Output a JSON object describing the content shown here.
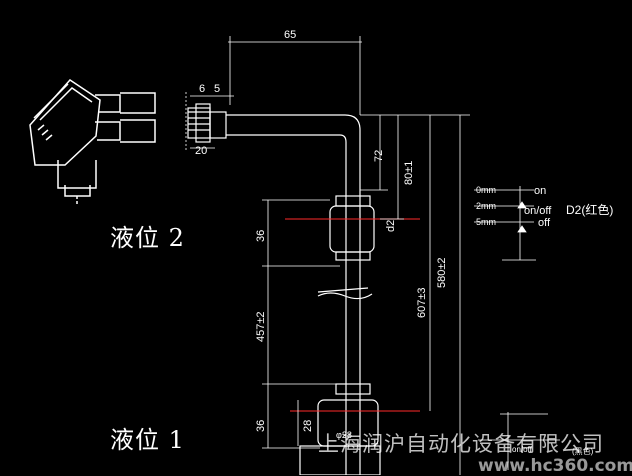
{
  "labels": {
    "level2": "液位 2",
    "level1": "液位 1"
  },
  "dimensions": {
    "d65": "65",
    "d6": "6",
    "d5": "5",
    "d20": "20",
    "d72": "72",
    "d80": "80±1",
    "d580": "580±2",
    "d607": "607±3",
    "d36_top": "36",
    "d457": "457±2",
    "d36_bottom": "36",
    "d28": "28",
    "d2": "d2",
    "dphi": "φ28"
  },
  "switch_legend": {
    "mm0": "0mm",
    "mm2": "2mm",
    "mm5": "5mm",
    "on": "on",
    "onoff": "on/off",
    "off": "off",
    "d2_label": "D2(红色)"
  },
  "lower_legend": {
    "small": "on/off",
    "color": "(黑色)"
  },
  "watermark": {
    "company": "上海润沪自动化设备有限公司",
    "site": "www.hc360.com"
  },
  "colors": {
    "background": "#000000",
    "line": "#ffffff",
    "center": "#ff2a2a"
  }
}
